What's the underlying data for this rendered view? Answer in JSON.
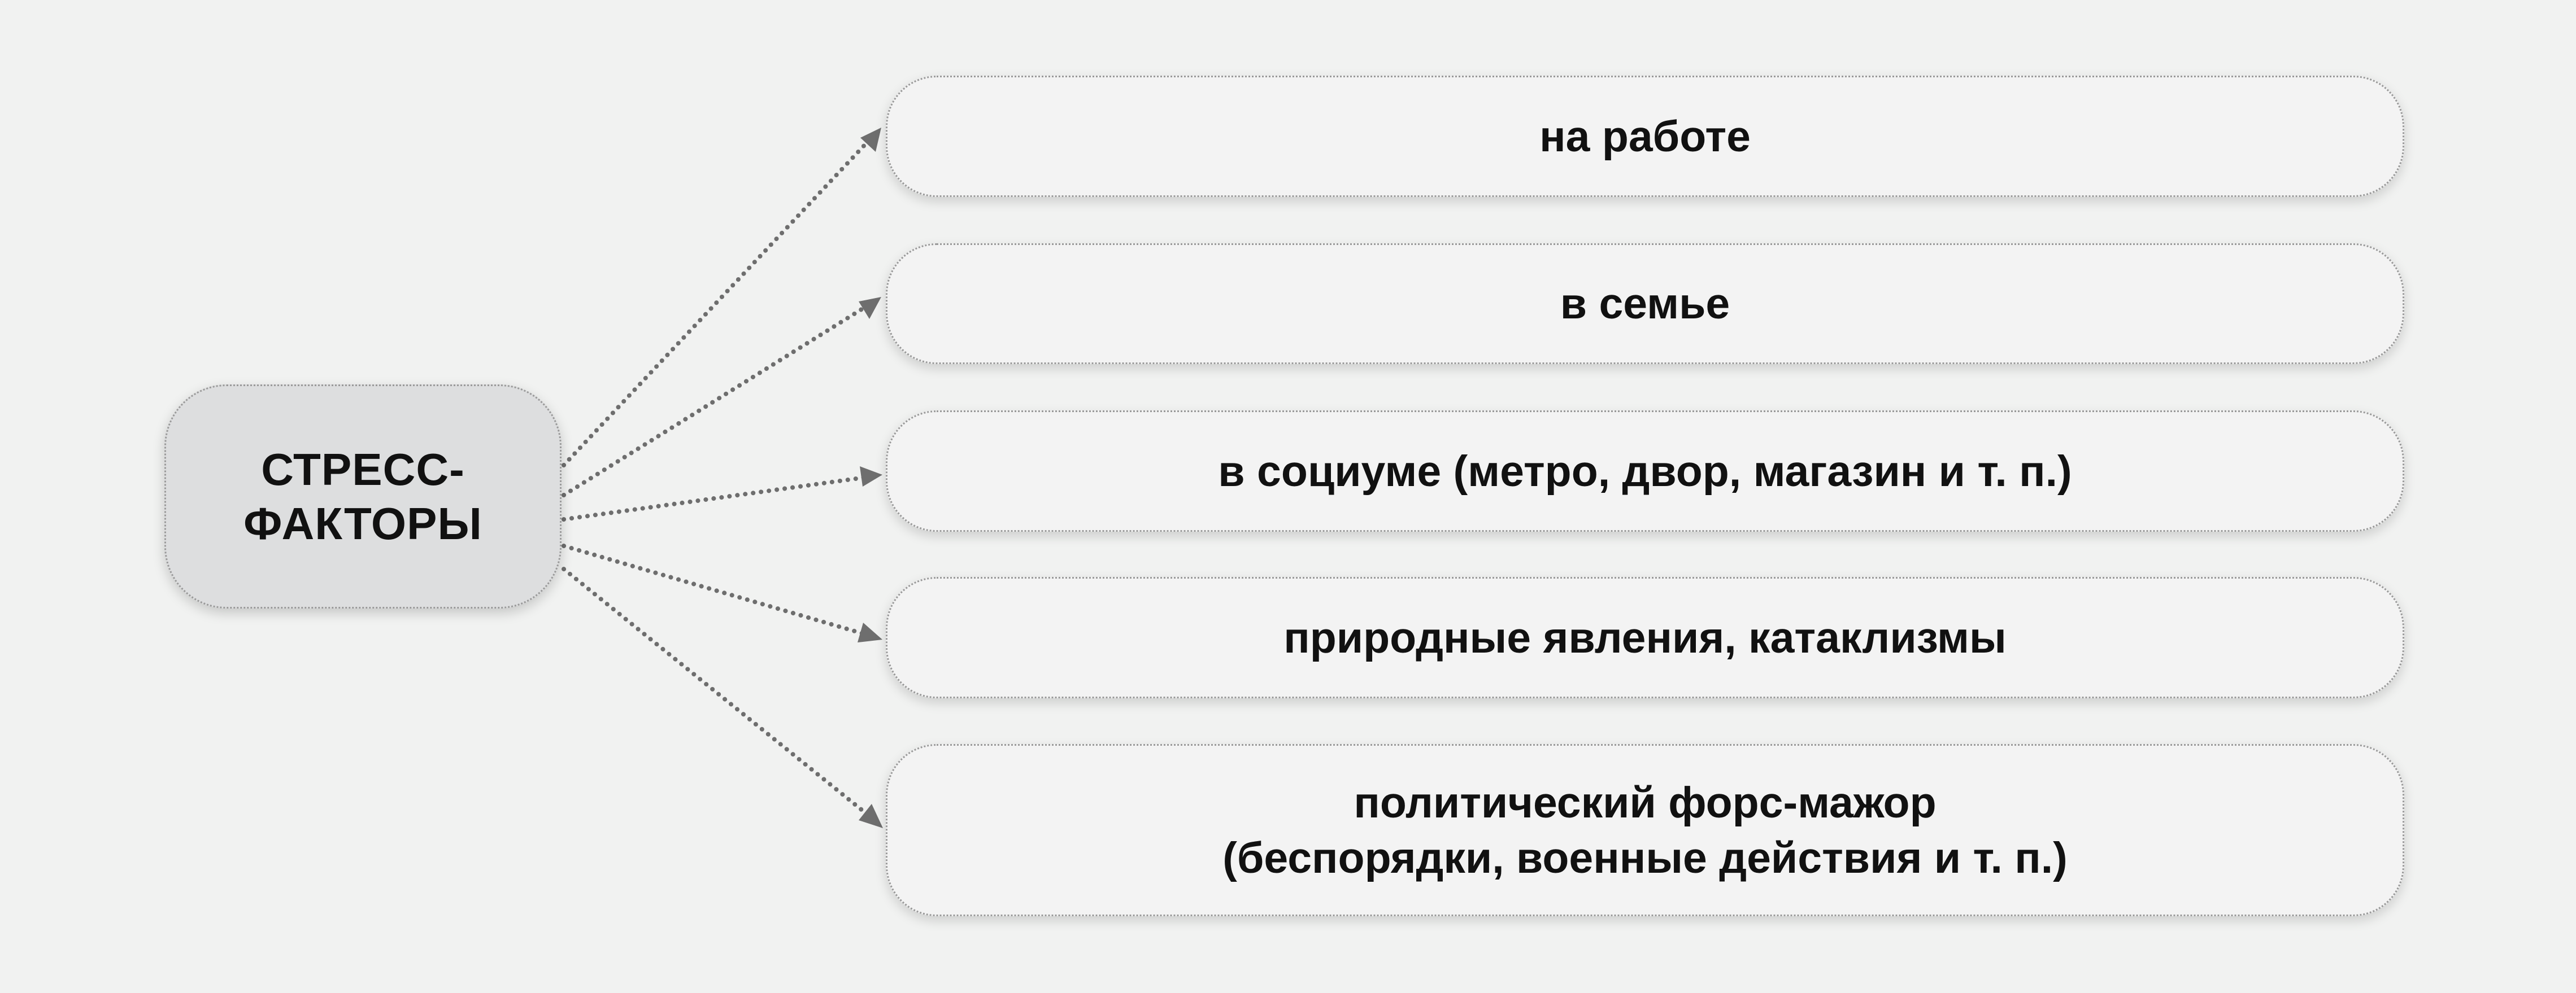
{
  "center": {
    "label": "СТРЕСС-\nФАКТОРЫ"
  },
  "factors": [
    {
      "label": "на работе"
    },
    {
      "label": "в семье"
    },
    {
      "label": "в социуме (метро, двор, магазин и т. п.)"
    },
    {
      "label": "природные явления, катаклизмы"
    },
    {
      "label": "политический форс-мажор\n(беспорядки, военные действия и т. п.)"
    }
  ],
  "colors": {
    "background": "#f1f2f1",
    "center_fill": "#dddedf",
    "factor_fill": "#f3f3f3",
    "border": "#9a9a9a",
    "connector": "#6e6e6e",
    "text": "#111111"
  }
}
